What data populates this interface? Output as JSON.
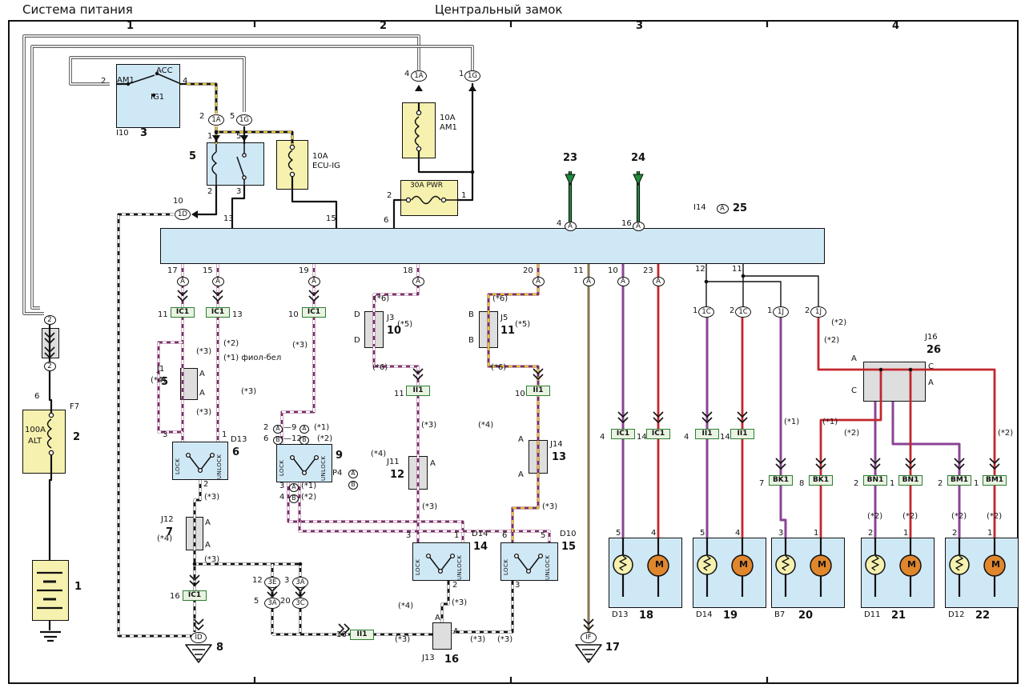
{
  "titles": {
    "left": "Система питания",
    "center": "Центральный замок"
  },
  "wire_colors": {
    "purple_white": "#7a2f66",
    "black_yellow": "#e3c32f",
    "solid_purple": "#8a4494",
    "red": "#c1272d",
    "green": "#1e8c3c",
    "brown": "#8a7550",
    "bus_fill": "#cfe8f6",
    "fuse_fill": "#f6f1ae",
    "connector_gray": "#dedede",
    "green_connector": "#2e7d32",
    "motor_fill": "#e0862d"
  },
  "ovals": [
    [
      270,
      150,
      "1A",
      ""
    ],
    [
      305,
      150,
      "1G",
      ""
    ],
    [
      523,
      95,
      "1A",
      ""
    ],
    [
      590,
      95,
      "1G",
      ""
    ],
    [
      228,
      268,
      "1D",
      ""
    ],
    [
      712,
      283,
      "A",
      "s"
    ],
    [
      797,
      283,
      "A",
      "s"
    ],
    [
      902,
      261,
      "A",
      "s"
    ],
    [
      228,
      352,
      "A",
      "s"
    ],
    [
      272,
      352,
      "A",
      "s"
    ],
    [
      392,
      352,
      "A",
      "s"
    ],
    [
      522,
      352,
      "A",
      "s"
    ],
    [
      672,
      352,
      "A",
      "s"
    ],
    [
      735,
      352,
      "A",
      "s"
    ],
    [
      778,
      352,
      "A",
      "s"
    ],
    [
      822,
      352,
      "A",
      "s"
    ],
    [
      62,
      400,
      "2",
      "s"
    ],
    [
      62,
      458,
      "2",
      "s"
    ],
    [
      340,
      728,
      "3E",
      ""
    ],
    [
      375,
      728,
      "3A",
      ""
    ],
    [
      340,
      754,
      "3A",
      ""
    ],
    [
      375,
      754,
      "3C",
      ""
    ],
    [
      248,
      797,
      "ID",
      ""
    ],
    [
      735,
      797,
      "IF",
      ""
    ],
    [
      882,
      390,
      "1C",
      ""
    ],
    [
      928,
      390,
      "1C",
      ""
    ],
    [
      975,
      390,
      "1J",
      ""
    ],
    [
      1022,
      390,
      "1J",
      ""
    ],
    [
      347,
      536,
      "A",
      "x"
    ],
    [
      380,
      536,
      "A",
      "x"
    ],
    [
      347,
      550,
      "B",
      "x"
    ],
    [
      380,
      550,
      "B",
      "x"
    ],
    [
      367,
      609,
      "A",
      "x"
    ],
    [
      367,
      623,
      "B",
      "x"
    ],
    [
      441,
      592,
      "A",
      "x"
    ],
    [
      441,
      606,
      "B",
      "x"
    ]
  ],
  "green_connectors": [
    [
      228,
      384,
      "IC1"
    ],
    [
      272,
      384,
      "IC1"
    ],
    [
      392,
      384,
      "IC1"
    ],
    [
      522,
      482,
      "II1"
    ],
    [
      672,
      482,
      "II1"
    ],
    [
      243,
      738,
      "IC1"
    ],
    [
      452,
      787,
      "II1"
    ],
    [
      778,
      536,
      "IC1"
    ],
    [
      822,
      536,
      "IC1"
    ],
    [
      883,
      536,
      "II1"
    ],
    [
      927,
      536,
      "II1"
    ],
    [
      975,
      594,
      "BK1"
    ],
    [
      1025,
      594,
      "BK1"
    ],
    [
      1093,
      594,
      "BN1"
    ],
    [
      1137,
      594,
      "BN1"
    ],
    [
      1198,
      594,
      "BM1"
    ],
    [
      1242,
      594,
      "BM1"
    ]
  ],
  "annotations": [
    [
      158,
      26,
      "1",
      "b"
    ],
    [
      474,
      26,
      "2",
      "b"
    ],
    [
      794,
      26,
      "3",
      "b"
    ],
    [
      1114,
      26,
      "4",
      "b"
    ],
    [
      126,
      97,
      "2",
      ""
    ],
    [
      146,
      96,
      "AM1",
      ""
    ],
    [
      195,
      84,
      "ACC",
      ""
    ],
    [
      188,
      117,
      "IG1",
      ""
    ],
    [
      228,
      97,
      "4",
      ""
    ],
    [
      145,
      162,
      "I10",
      ""
    ],
    [
      175,
      160,
      "3",
      "b"
    ],
    [
      249,
      141,
      "2",
      ""
    ],
    [
      287,
      141,
      "5",
      ""
    ],
    [
      259,
      166,
      "1",
      ""
    ],
    [
      295,
      166,
      "5",
      ""
    ],
    [
      236,
      189,
      "5",
      "b"
    ],
    [
      259,
      235,
      "2",
      ""
    ],
    [
      295,
      235,
      "3",
      ""
    ],
    [
      390,
      191,
      "10A",
      ""
    ],
    [
      390,
      203,
      "ECU-IG",
      ""
    ],
    [
      505,
      88,
      "4",
      ""
    ],
    [
      573,
      88,
      "1",
      ""
    ],
    [
      549,
      143,
      "10A",
      ""
    ],
    [
      549,
      155,
      "AM1",
      ""
    ],
    [
      512,
      228,
      "30A PWR",
      "s"
    ],
    [
      483,
      240,
      "2",
      ""
    ],
    [
      576,
      240,
      "1",
      ""
    ],
    [
      479,
      271,
      "6",
      ""
    ],
    [
      216,
      247,
      "10",
      ""
    ],
    [
      279,
      269,
      "13",
      ""
    ],
    [
      407,
      269,
      "15",
      ""
    ],
    [
      703,
      191,
      "23",
      "b"
    ],
    [
      788,
      191,
      "24",
      "b"
    ],
    [
      695,
      275,
      "4",
      ""
    ],
    [
      776,
      275,
      "16",
      ""
    ],
    [
      866,
      255,
      "I14",
      ""
    ],
    [
      915,
      254,
      "25",
      "b"
    ],
    [
      209,
      334,
      "17",
      ""
    ],
    [
      253,
      334,
      "15",
      ""
    ],
    [
      373,
      334,
      "19",
      ""
    ],
    [
      503,
      334,
      "18",
      ""
    ],
    [
      653,
      334,
      "20",
      ""
    ],
    [
      716,
      334,
      "11",
      ""
    ],
    [
      759,
      334,
      "10",
      ""
    ],
    [
      803,
      334,
      "23",
      ""
    ],
    [
      868,
      332,
      "12",
      ""
    ],
    [
      914,
      332,
      "11",
      ""
    ],
    [
      197,
      389,
      "11",
      ""
    ],
    [
      290,
      389,
      "13",
      ""
    ],
    [
      360,
      389,
      "10",
      ""
    ],
    [
      196,
      457,
      "J1",
      ""
    ],
    [
      201,
      471,
      "5",
      "b"
    ],
    [
      249,
      463,
      "A",
      ""
    ],
    [
      249,
      487,
      "A",
      ""
    ],
    [
      203,
      539,
      "3",
      ""
    ],
    [
      277,
      539,
      "1",
      ""
    ],
    [
      288,
      545,
      "D13",
      ""
    ],
    [
      290,
      559,
      "6",
      "b"
    ],
    [
      254,
      601,
      "2",
      ""
    ],
    [
      329,
      530,
      "2",
      ""
    ],
    [
      354,
      530,
      "—9",
      ""
    ],
    [
      392,
      530,
      "(*1)",
      ""
    ],
    [
      329,
      544,
      "6",
      ""
    ],
    [
      354,
      544,
      "—12",
      ""
    ],
    [
      396,
      544,
      "(*2)",
      ""
    ],
    [
      349,
      603,
      "3",
      ""
    ],
    [
      376,
      603,
      "(*1)",
      ""
    ],
    [
      349,
      617,
      "4",
      ""
    ],
    [
      376,
      617,
      "(*2)",
      ""
    ],
    [
      419,
      563,
      "9",
      "b"
    ],
    [
      415,
      587,
      "P4",
      ""
    ],
    [
      442,
      389,
      "D",
      ""
    ],
    [
      442,
      421,
      "D",
      ""
    ],
    [
      483,
      393,
      "J3",
      ""
    ],
    [
      483,
      407,
      "10",
      "b"
    ],
    [
      585,
      389,
      "B",
      ""
    ],
    [
      585,
      421,
      "B",
      ""
    ],
    [
      625,
      393,
      "J5",
      ""
    ],
    [
      625,
      407,
      "11",
      "b"
    ],
    [
      492,
      488,
      "11",
      ""
    ],
    [
      643,
      488,
      "10",
      ""
    ],
    [
      483,
      573,
      "J11",
      ""
    ],
    [
      487,
      587,
      "12",
      "b"
    ],
    [
      537,
      575,
      "A",
      ""
    ],
    [
      647,
      545,
      "A",
      ""
    ],
    [
      647,
      589,
      "A",
      ""
    ],
    [
      687,
      551,
      "J14",
      ""
    ],
    [
      689,
      565,
      "13",
      "b"
    ],
    [
      201,
      645,
      "J12",
      ""
    ],
    [
      207,
      659,
      "7",
      "b"
    ],
    [
      256,
      649,
      "A",
      ""
    ],
    [
      256,
      677,
      "A",
      ""
    ],
    [
      507,
      665,
      "3",
      ""
    ],
    [
      567,
      665,
      "1",
      ""
    ],
    [
      589,
      663,
      "D14",
      ""
    ],
    [
      591,
      677,
      "14",
      "b"
    ],
    [
      565,
      727,
      "2",
      ""
    ],
    [
      627,
      665,
      "6",
      ""
    ],
    [
      675,
      665,
      "5",
      ""
    ],
    [
      699,
      663,
      "D10",
      ""
    ],
    [
      701,
      677,
      "15",
      "b"
    ],
    [
      643,
      727,
      "3",
      ""
    ],
    [
      212,
      741,
      "16",
      ""
    ],
    [
      315,
      721,
      "12",
      ""
    ],
    [
      355,
      721,
      "3",
      ""
    ],
    [
      317,
      747,
      "5",
      ""
    ],
    [
      350,
      747,
      "20",
      ""
    ],
    [
      420,
      789,
      "16",
      ""
    ],
    [
      543,
      768,
      "A",
      ""
    ],
    [
      566,
      785,
      "A",
      ""
    ],
    [
      527,
      818,
      "J13",
      ""
    ],
    [
      555,
      818,
      "16",
      "b"
    ],
    [
      270,
      803,
      "8",
      "b"
    ],
    [
      756,
      803,
      "17",
      "b"
    ],
    [
      865,
      384,
      "1",
      ""
    ],
    [
      911,
      384,
      "2",
      ""
    ],
    [
      958,
      384,
      "1",
      ""
    ],
    [
      1005,
      384,
      "2",
      ""
    ],
    [
      1063,
      444,
      "A",
      ""
    ],
    [
      1063,
      484,
      "C",
      ""
    ],
    [
      1159,
      454,
      "C",
      ""
    ],
    [
      1159,
      474,
      "A",
      ""
    ],
    [
      1155,
      417,
      "J16",
      ""
    ],
    [
      1157,
      431,
      "26",
      "b"
    ],
    [
      245,
      435,
      "(*3)",
      ""
    ],
    [
      279,
      425,
      "(*2)",
      ""
    ],
    [
      279,
      443,
      "(*1) фиол-бел",
      ""
    ],
    [
      188,
      471,
      "(*4)",
      ""
    ],
    [
      245,
      511,
      "(*3)",
      ""
    ],
    [
      301,
      485,
      "(*3)",
      ""
    ],
    [
      365,
      427,
      "(*3)",
      ""
    ],
    [
      467,
      369,
      "(*6)",
      ""
    ],
    [
      496,
      401,
      "(*5)",
      ""
    ],
    [
      465,
      455,
      "(*6)",
      ""
    ],
    [
      615,
      369,
      "(*6)",
      ""
    ],
    [
      643,
      401,
      "(*5)",
      ""
    ],
    [
      613,
      455,
      "(*6)",
      ""
    ],
    [
      526,
      527,
      "(*3)",
      ""
    ],
    [
      597,
      527,
      "(*4)",
      ""
    ],
    [
      463,
      563,
      "(*4)",
      ""
    ],
    [
      527,
      629,
      "(*3)",
      ""
    ],
    [
      677,
      629,
      "(*3)",
      ""
    ],
    [
      255,
      617,
      "(*3)",
      ""
    ],
    [
      196,
      669,
      "(*4)",
      ""
    ],
    [
      255,
      695,
      "(*3)",
      ""
    ],
    [
      497,
      753,
      "(*4)",
      ""
    ],
    [
      564,
      749,
      "(*3)",
      ""
    ],
    [
      493,
      795,
      "(*3)",
      ""
    ],
    [
      587,
      795,
      "(*3)",
      ""
    ],
    [
      621,
      795,
      "(*3)",
      ""
    ],
    [
      979,
      523,
      "(*1)",
      ""
    ],
    [
      1029,
      421,
      "(*2)",
      ""
    ],
    [
      1027,
      523,
      "(*1)",
      ""
    ],
    [
      1038,
      399,
      "(*2)",
      ""
    ],
    [
      1054,
      537,
      "(*2)",
      ""
    ],
    [
      1246,
      537,
      "(*2)",
      ""
    ],
    [
      1083,
      641,
      "(*2)",
      ""
    ],
    [
      1127,
      641,
      "(*2)",
      ""
    ],
    [
      1188,
      641,
      "(*2)",
      ""
    ],
    [
      1232,
      641,
      "(*2)",
      ""
    ],
    [
      769,
      662,
      "5",
      ""
    ],
    [
      813,
      662,
      "4",
      ""
    ],
    [
      874,
      662,
      "5",
      ""
    ],
    [
      918,
      662,
      "4",
      ""
    ],
    [
      972,
      662,
      "3",
      ""
    ],
    [
      1016,
      662,
      "1",
      ""
    ],
    [
      1084,
      662,
      "2",
      ""
    ],
    [
      1128,
      662,
      "1",
      ""
    ],
    [
      1189,
      662,
      "2",
      ""
    ],
    [
      1233,
      662,
      "1",
      ""
    ],
    [
      764,
      764,
      "D13",
      ""
    ],
    [
      798,
      763,
      "18",
      "b"
    ],
    [
      869,
      764,
      "D14",
      ""
    ],
    [
      903,
      763,
      "19",
      "b"
    ],
    [
      967,
      764,
      "B7",
      ""
    ],
    [
      997,
      763,
      "20",
      "b"
    ],
    [
      1079,
      764,
      "D11",
      ""
    ],
    [
      1113,
      763,
      "21",
      "b"
    ],
    [
      1184,
      764,
      "D12",
      ""
    ],
    [
      1218,
      763,
      "22",
      "b"
    ],
    [
      749,
      542,
      "4",
      ""
    ],
    [
      795,
      542,
      "14",
      ""
    ],
    [
      854,
      542,
      "4",
      ""
    ],
    [
      899,
      542,
      "14",
      ""
    ],
    [
      948,
      600,
      "7",
      ""
    ],
    [
      998,
      600,
      "8",
      ""
    ],
    [
      1066,
      600,
      "2",
      ""
    ],
    [
      1111,
      600,
      "1",
      ""
    ],
    [
      1171,
      600,
      "2",
      ""
    ],
    [
      1216,
      600,
      "1",
      ""
    ],
    [
      43,
      491,
      "6",
      ""
    ],
    [
      87,
      504,
      "F7",
      ""
    ],
    [
      91,
      540,
      "2",
      "b"
    ],
    [
      31,
      533,
      "100A",
      ""
    ],
    [
      35,
      547,
      "ALT",
      ""
    ],
    [
      93,
      727,
      "1",
      "b"
    ],
    [
      219,
      593,
      "LOCK",
      "v"
    ],
    [
      271,
      599,
      "UNLOCK",
      "v"
    ],
    [
      349,
      595,
      "LOCK",
      "v"
    ],
    [
      401,
      601,
      "UNLOCK",
      "v"
    ],
    [
      519,
      719,
      "LOCK",
      "v"
    ],
    [
      571,
      725,
      "UNLOCK",
      "v"
    ],
    [
      629,
      719,
      "LOCK",
      "v"
    ],
    [
      681,
      725,
      "UNLOCK",
      "v"
    ],
    [
      818,
      700,
      "M",
      "m"
    ],
    [
      923,
      700,
      "M",
      "m"
    ],
    [
      1021,
      700,
      "M",
      "m"
    ],
    [
      1133,
      700,
      "M",
      "m"
    ],
    [
      1238,
      700,
      "M",
      "m"
    ]
  ]
}
